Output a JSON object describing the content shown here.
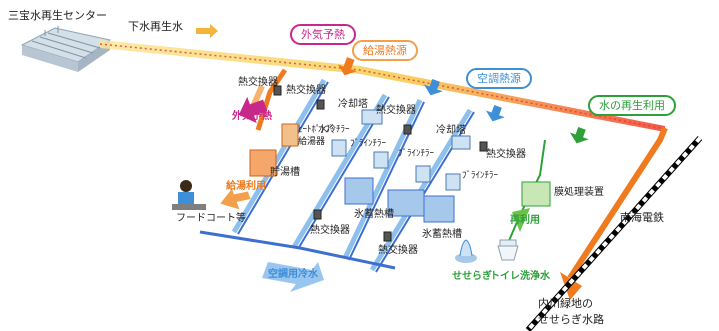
{
  "labels": {
    "center": "三宝水再生センター",
    "reclaimed_water": "下水再生水",
    "outside_preheat": "外気予熱",
    "hot_water_source": "給湯熱源",
    "hvac_source": "空調熱源",
    "water_reuse": "水の再生利用",
    "hx1": "熱交換器",
    "hx2": "熱交換器",
    "hx3": "熱交換器",
    "hx4": "熱交換器",
    "hx5": "熱交換器",
    "hx6": "熱交換器",
    "outside_preheat_arrow": "外気予熱",
    "heat_pump": "ﾋｰﾄﾎﾟﾝﾌﾟ",
    "heater": "給湯器",
    "water_chiller": "水冷ﾁﾗｰ",
    "cooling_tower1": "冷却塔",
    "cooling_tower2": "冷却塔",
    "brine1": "ﾌﾞﾗｲﾝﾁﾗｰ",
    "brine2": "ﾌﾞﾗｲﾝﾁﾗｰ",
    "brine3": "ﾌﾞﾗｲﾝﾁﾗｰ",
    "hot_tank": "貯湯槽",
    "hot_use": "給湯利用",
    "food_court": "フードコート等",
    "ice_tank1": "氷蓄熱槽",
    "ice_tank2": "氷蓄熱槽",
    "membrane": "膜処理装置",
    "reuse": "再利用",
    "hvac_cold": "空調用冷水",
    "seseragi": "せせらぎ",
    "toilet": "トイレ洗浄水",
    "nankai": "南海電鉄",
    "uchikawa": "内川緑地の",
    "uchikawa2": "せせらぎ水路"
  },
  "colors": {
    "main_flow": "#f6d94a",
    "hot_flow": "#f2a04a",
    "red_flow": "#ee3a2a",
    "orange_pipe": "#f07a1e",
    "cold_pipe": "#3e6fd0",
    "light_blue": "#8ec0ee",
    "green": "#2ea03a",
    "magenta": "#c8288a",
    "hot_source_border": "#f2a04a",
    "hvac_border": "#3e8ed8"
  }
}
